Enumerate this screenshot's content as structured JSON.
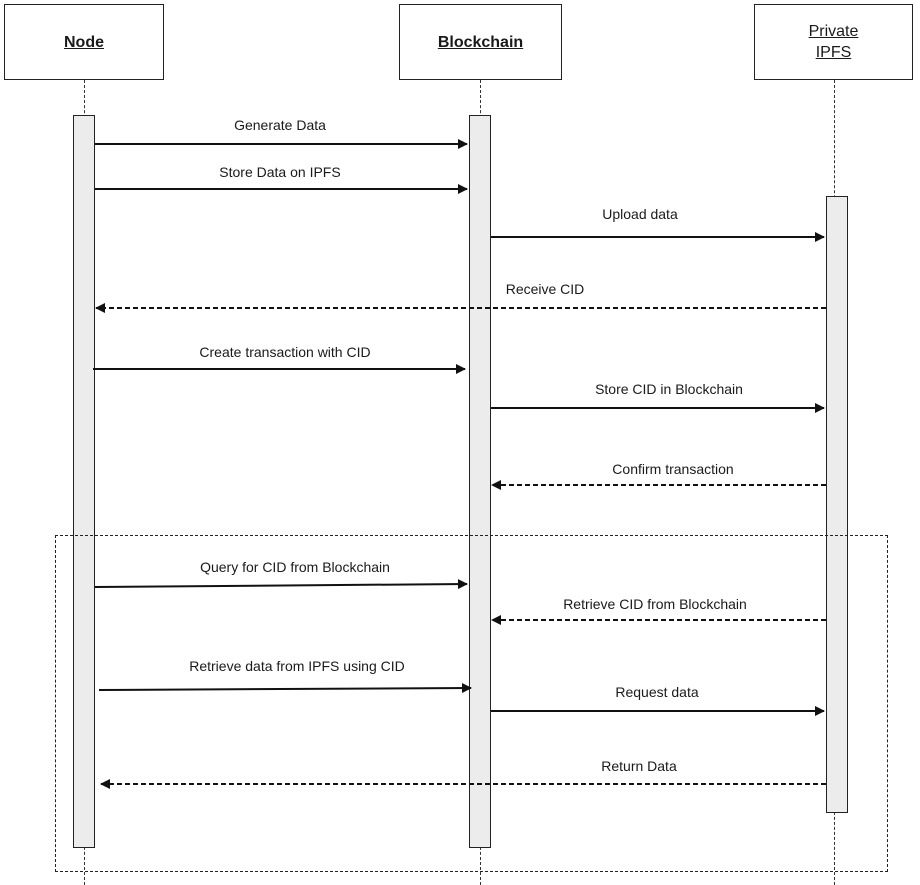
{
  "participants": {
    "node": "Node",
    "blockchain": "Blockchain",
    "ipfs": "Private\nIPFS"
  },
  "messages": [
    {
      "label": "Generate Data",
      "from": "node",
      "to": "blockchain",
      "style": "solid"
    },
    {
      "label": "Store Data on IPFS",
      "from": "node",
      "to": "blockchain",
      "style": "solid"
    },
    {
      "label": "Upload data",
      "from": "blockchain",
      "to": "ipfs",
      "style": "solid"
    },
    {
      "label": "Receive CID",
      "from": "ipfs",
      "to": "node",
      "style": "dashed"
    },
    {
      "label": "Create transaction with CID",
      "from": "node",
      "to": "blockchain",
      "style": "solid"
    },
    {
      "label": "Store CID in Blockchain",
      "from": "blockchain",
      "to": "ipfs",
      "style": "solid"
    },
    {
      "label": "Confirm transaction",
      "from": "ipfs",
      "to": "blockchain",
      "style": "dashed"
    },
    {
      "label": "Query for CID from Blockchain",
      "from": "node",
      "to": "blockchain",
      "style": "solid"
    },
    {
      "label": "Retrieve CID from Blockchain",
      "from": "ipfs",
      "to": "blockchain",
      "style": "dashed"
    },
    {
      "label": "Retrieve data from IPFS using CID",
      "from": "node",
      "to": "blockchain",
      "style": "solid"
    },
    {
      "label": "Request data",
      "from": "blockchain",
      "to": "ipfs",
      "style": "solid"
    },
    {
      "label": "Return Data",
      "from": "ipfs",
      "to": "node",
      "style": "dashed"
    }
  ]
}
